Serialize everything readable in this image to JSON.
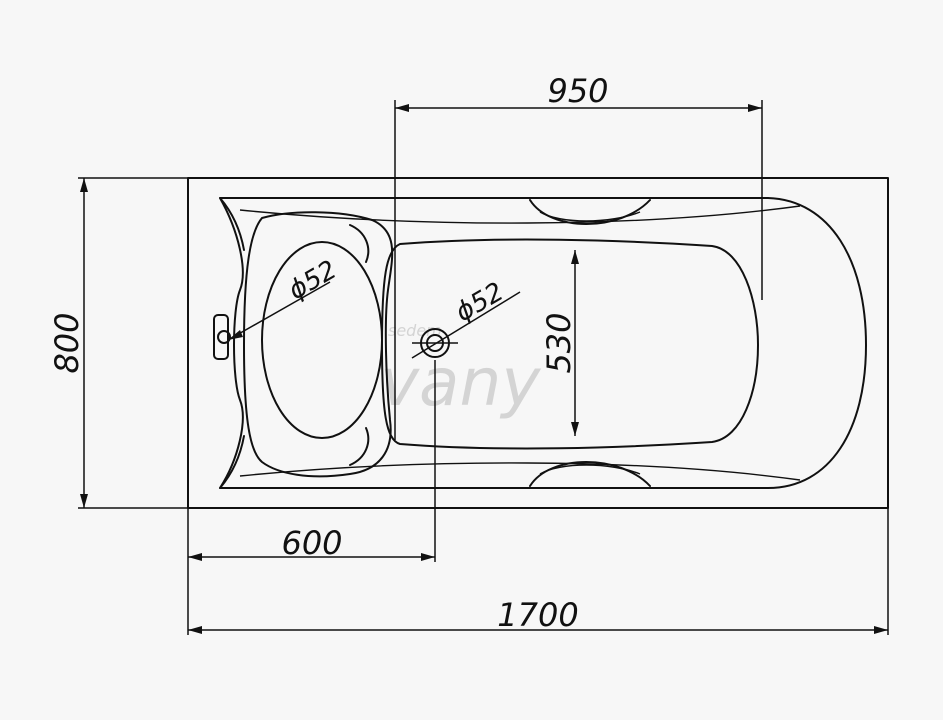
{
  "dimensions": {
    "width_label": "950",
    "height_label": "800",
    "inner_height_label": "530",
    "drain_offset_label": "600",
    "total_length_label": "1700",
    "overflow_label": "ϕ52",
    "drain_label": "ϕ52"
  },
  "watermark": {
    "text_small": "sedem",
    "text_large": "vany"
  },
  "colors": {
    "line": "#111111",
    "background": "#f7f7f7",
    "watermark": "#d4d4d4"
  }
}
